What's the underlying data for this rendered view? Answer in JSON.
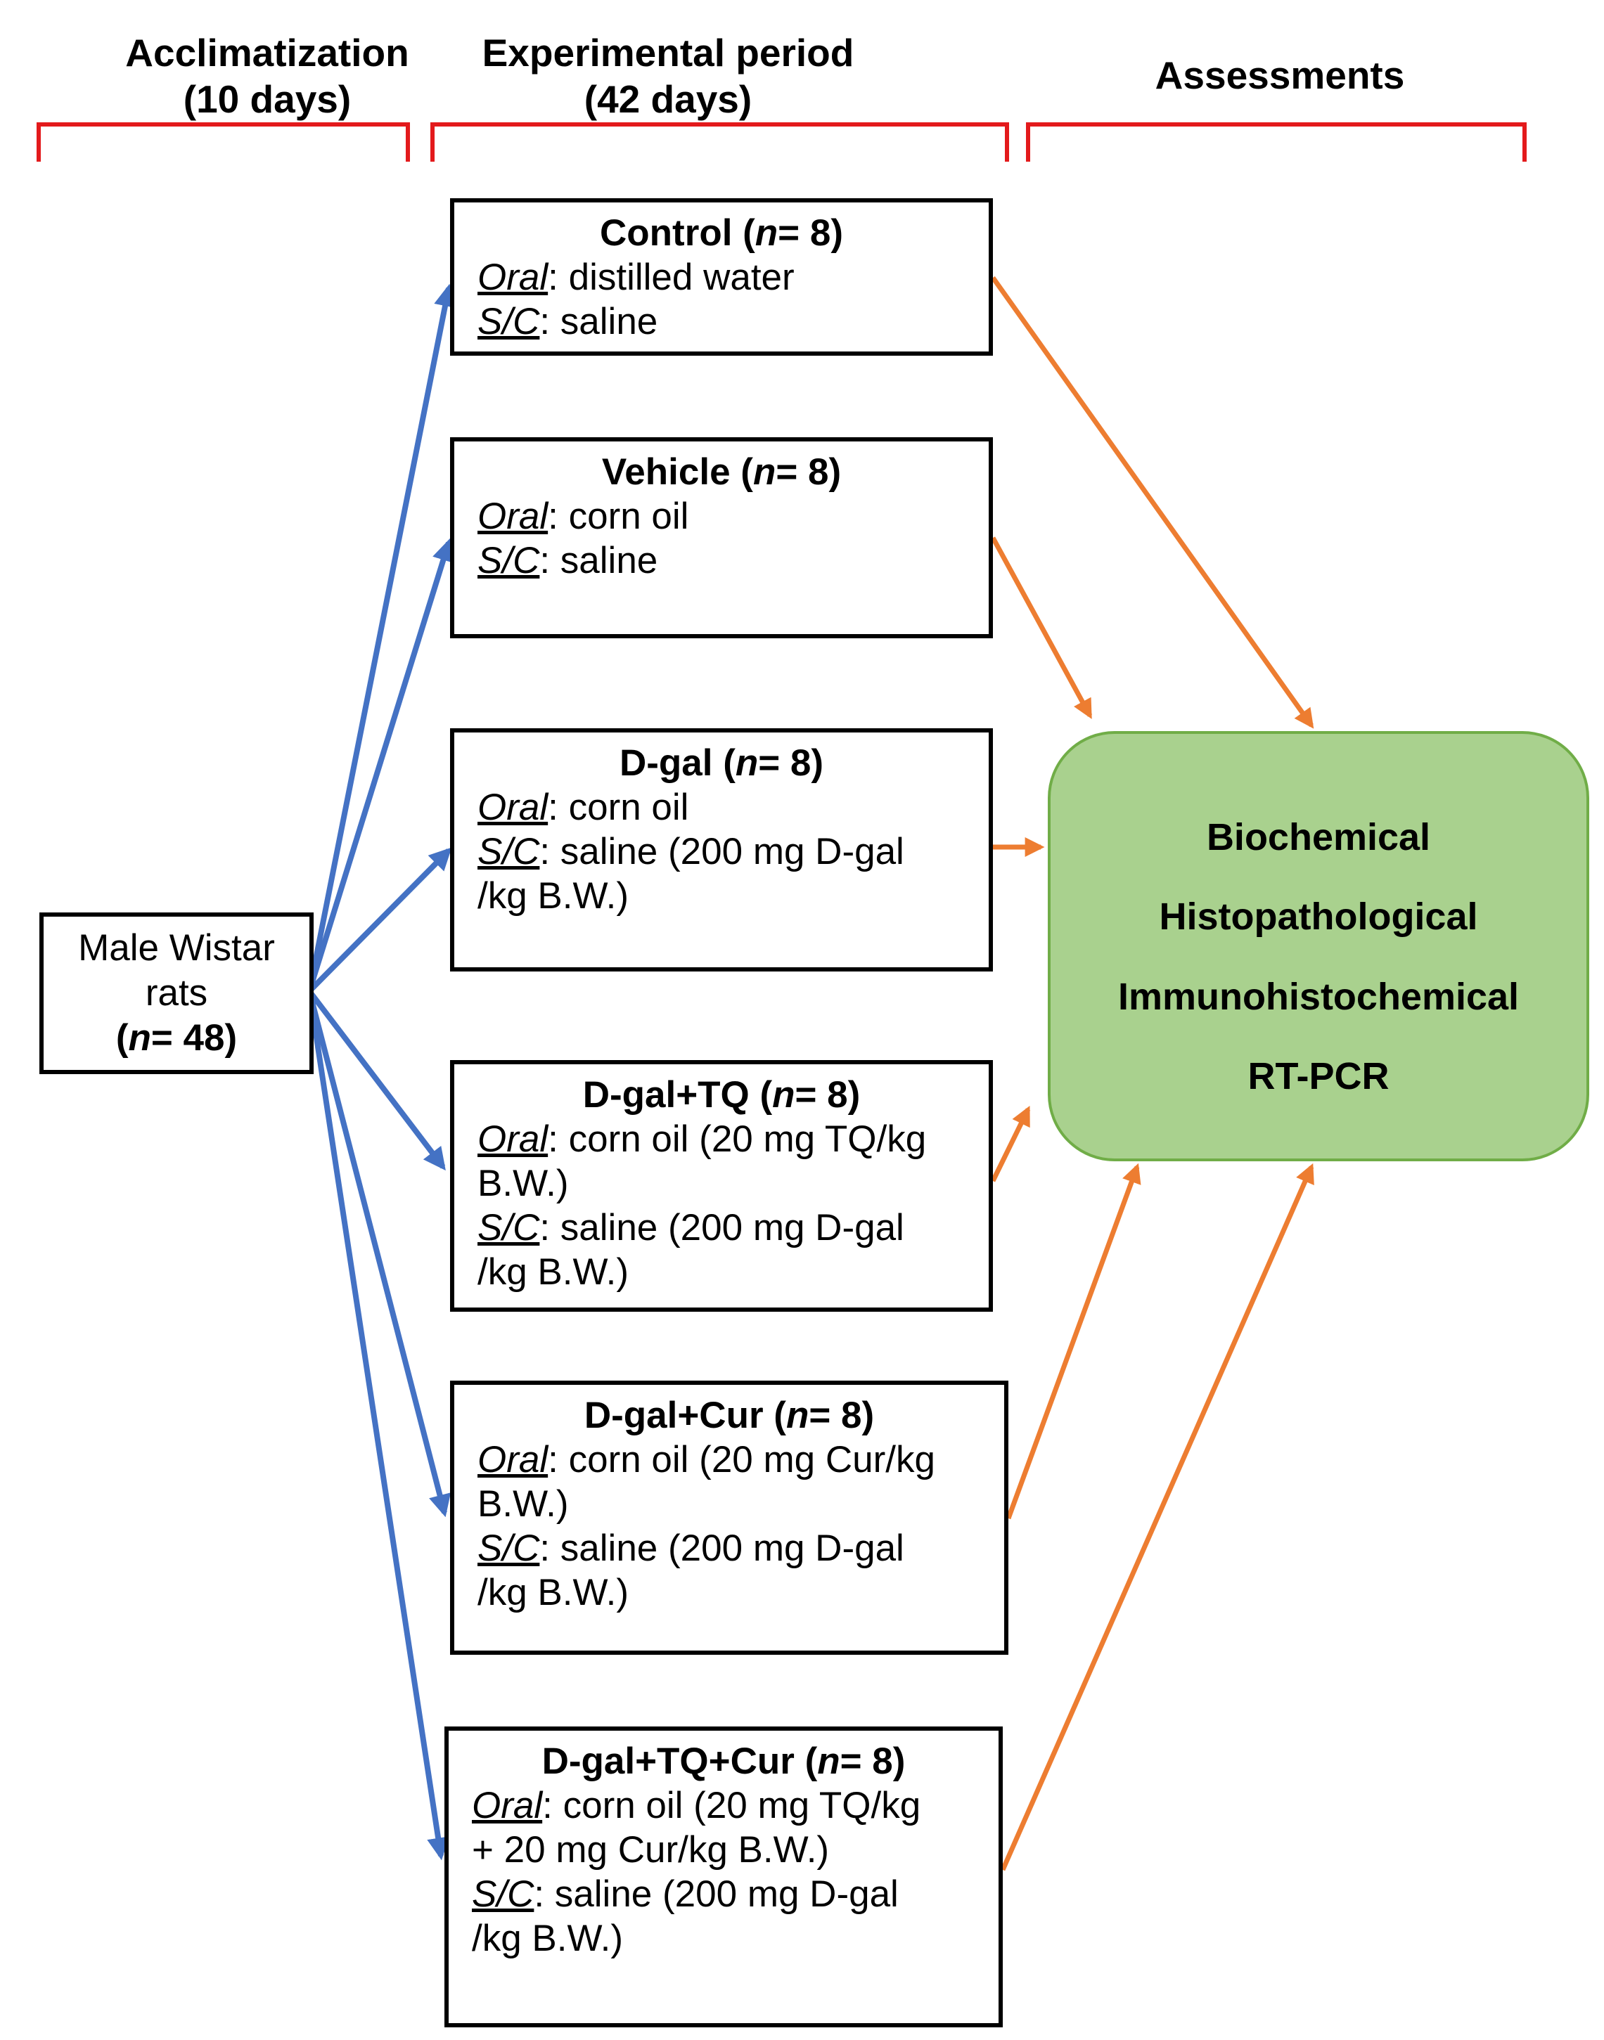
{
  "phases": [
    {
      "line1": "Acclimatization",
      "line2": "(10 days)"
    },
    {
      "line1": "Experimental period",
      "line2": "(42 days)"
    },
    {
      "line1": "Assessments",
      "line2": ""
    }
  ],
  "source": {
    "line1": "Male Wistar",
    "line2": "rats",
    "n_prefix": "(",
    "n_var": "n",
    "n_suffix": "= 48)"
  },
  "groups": [
    {
      "name": "Control",
      "n_prefix": " (",
      "n_var": "n",
      "n_suffix": "= 8)",
      "oral_label": "Oral",
      "oral_lines": [
        ": distilled water"
      ],
      "sc_label": "S/C",
      "sc_lines": [
        ": saline"
      ]
    },
    {
      "name": "Vehicle",
      "n_prefix": " (",
      "n_var": "n",
      "n_suffix": "= 8)",
      "oral_label": "Oral",
      "oral_lines": [
        ": corn oil"
      ],
      "sc_label": "S/C",
      "sc_lines": [
        ": saline"
      ]
    },
    {
      "name": "D-gal",
      "n_prefix": " (",
      "n_var": "n",
      "n_suffix": "= 8)",
      "oral_label": "Oral",
      "oral_lines": [
        ": corn oil"
      ],
      "sc_label": "S/C",
      "sc_lines": [
        ": saline (200 mg D-gal",
        "/kg B.W.)"
      ]
    },
    {
      "name": "D-gal+TQ",
      "n_prefix": " (",
      "n_var": "n",
      "n_suffix": "= 8)",
      "oral_label": "Oral",
      "oral_lines": [
        ": corn oil (20 mg TQ/kg",
        "B.W.)"
      ],
      "sc_label": "S/C",
      "sc_lines": [
        ": saline (200 mg D-gal",
        "/kg B.W.)"
      ]
    },
    {
      "name": "D-gal+Cur",
      "n_prefix": " (",
      "n_var": "n",
      "n_suffix": "= 8)",
      "oral_label": "Oral",
      "oral_lines": [
        ": corn oil (20 mg Cur/kg",
        "B.W.)"
      ],
      "sc_label": "S/C",
      "sc_lines": [
        ": saline (200 mg D-gal",
        "/kg B.W.)"
      ]
    },
    {
      "name": "D-gal+TQ+Cur",
      "n_prefix": " (",
      "n_var": "n",
      "n_suffix": "= 8)",
      "oral_label": "Oral",
      "oral_lines": [
        ": corn oil (20 mg TQ/kg",
        "+ 20 mg Cur/kg B.W.)"
      ],
      "sc_label": "S/C",
      "sc_lines": [
        ": saline (200 mg D-gal",
        "/kg B.W.)"
      ]
    }
  ],
  "assessments": [
    "Biochemical",
    "Histopathological",
    "Immunohistochemical",
    "RT-PCR"
  ],
  "colors": {
    "bracket": "#e31a1c",
    "blue_arrow": "#4472c4",
    "orange_arrow": "#ed7d31",
    "assess_fill": "#a9d18e",
    "assess_border": "#70ad47"
  }
}
